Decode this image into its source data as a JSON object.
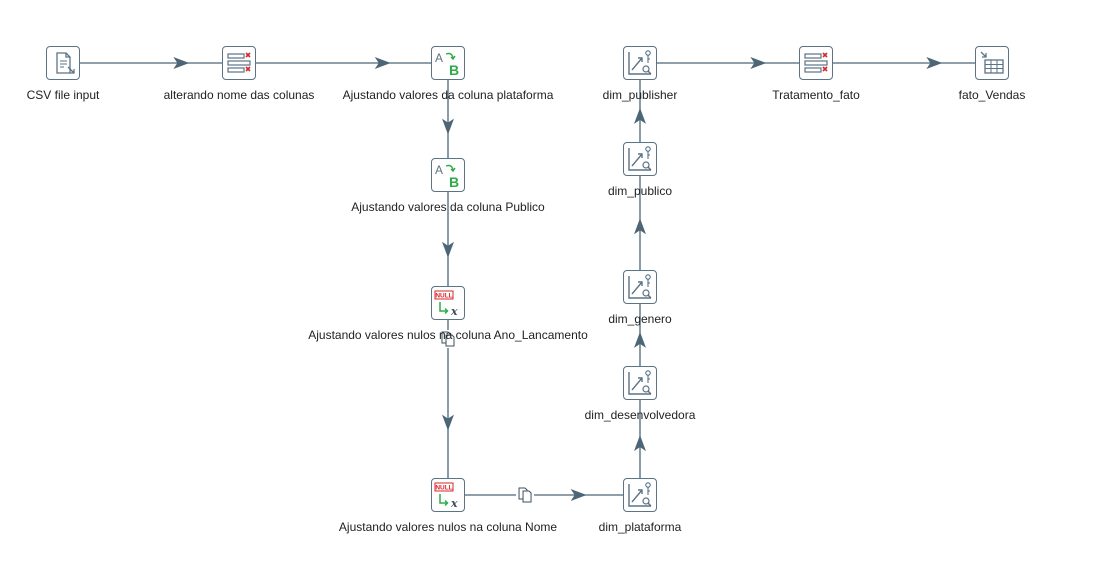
{
  "colors": {
    "hop": "#4d6677",
    "icon_border": "#5a7385",
    "accent_red": "#d9262a",
    "accent_green": "#2eaa4b",
    "accent_blue": "#3f7fbf"
  },
  "steps": {
    "csv_file_input": {
      "label": "CSV file input",
      "icon": "file-input-icon"
    },
    "alterando_nome": {
      "label": "alterando nome das colunas",
      "icon": "select-values-icon"
    },
    "ajustando_plataforma": {
      "label": "Ajustando valores da coluna plataforma",
      "icon": "value-mapper-icon"
    },
    "ajustando_publico": {
      "label": "Ajustando valores da coluna Publico",
      "icon": "value-mapper-icon"
    },
    "nulos_ano": {
      "label": "Ajustando valores nulos na coluna Ano_Lancamento",
      "icon": "if-null-icon",
      "badge": "NULL"
    },
    "nulos_nome": {
      "label": "Ajustando valores nulos na coluna Nome",
      "icon": "if-null-icon",
      "badge": "NULL"
    },
    "dim_plataforma": {
      "label": "dim_plataforma",
      "icon": "dimension-lookup-icon"
    },
    "dim_desenvolvedora": {
      "label": "dim_desenvolvedora",
      "icon": "dimension-lookup-icon"
    },
    "dim_genero": {
      "label": "dim_genero",
      "icon": "dimension-lookup-icon"
    },
    "dim_publico": {
      "label": "dim_publico",
      "icon": "dimension-lookup-icon"
    },
    "dim_publisher": {
      "label": "dim_publisher",
      "icon": "dimension-lookup-icon"
    },
    "tratamento_fato": {
      "label": "Tratamento_fato",
      "icon": "select-values-icon"
    },
    "fato_vendas": {
      "label": "fato_Vendas",
      "icon": "table-output-icon"
    }
  },
  "hops": [
    {
      "from": "csv_file_input",
      "to": "alterando_nome"
    },
    {
      "from": "alterando_nome",
      "to": "ajustando_plataforma"
    },
    {
      "from": "ajustando_plataforma",
      "to": "ajustando_publico"
    },
    {
      "from": "ajustando_publico",
      "to": "nulos_ano"
    },
    {
      "from": "nulos_ano",
      "to": "nulos_nome",
      "copy": true
    },
    {
      "from": "nulos_nome",
      "to": "dim_plataforma",
      "copy": true
    },
    {
      "from": "dim_plataforma",
      "to": "dim_desenvolvedora"
    },
    {
      "from": "dim_desenvolvedora",
      "to": "dim_genero"
    },
    {
      "from": "dim_genero",
      "to": "dim_publico"
    },
    {
      "from": "dim_publico",
      "to": "dim_publisher"
    },
    {
      "from": "dim_publisher",
      "to": "tratamento_fato"
    },
    {
      "from": "tratamento_fato",
      "to": "fato_vendas"
    }
  ]
}
